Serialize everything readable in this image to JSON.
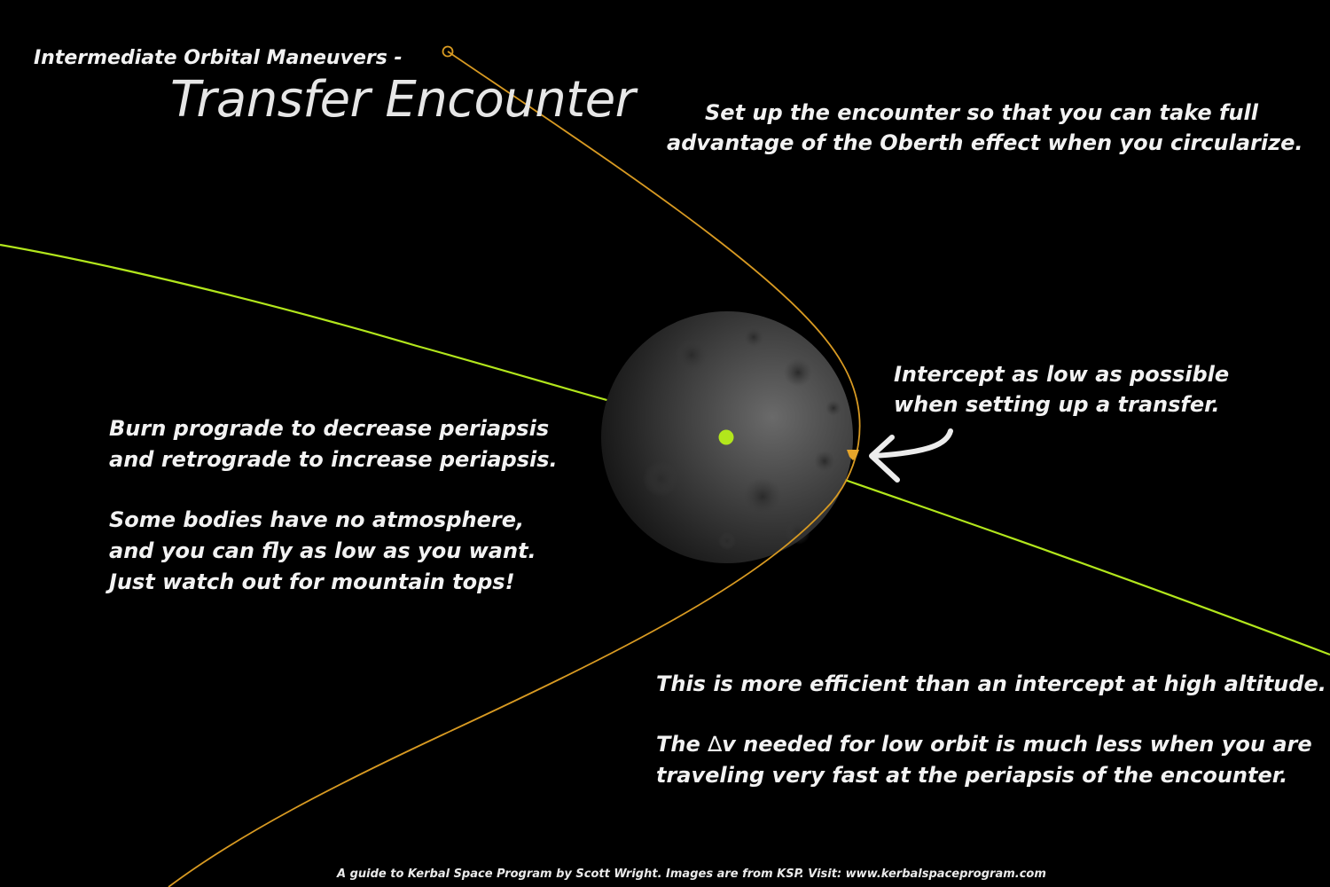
{
  "header": {
    "subtitle": "Intermediate Orbital Maneuvers -",
    "title": "Transfer Encounter"
  },
  "notes": {
    "oberth": {
      "line1": "Set up the encounter so that you can take full",
      "line2": "advantage of the Oberth effect when you circularize."
    },
    "intercept": {
      "line1": "Intercept as low as possible",
      "line2": "when setting up a transfer."
    },
    "burn": {
      "line1": "Burn prograde to decrease periapsis",
      "line2": "and retrograde to increase periapsis.",
      "line3": "Some bodies have no atmosphere,",
      "line4": "and you can fly as low as you want.",
      "line5": "Just watch out for mountain tops!"
    },
    "efficiency": {
      "line1": "This is more efficient than an intercept at high altitude.",
      "line2_a": "The ",
      "line2_delta": "∆",
      "line2_b": "v needed for low orbit is much less when you are",
      "line3": "traveling very fast at the periapsis of the encounter."
    }
  },
  "footer": {
    "text": "A guide to Kerbal Space Program by Scott Wright.  Images are from KSP.  Visit:  www.kerbalspaceprogram.com"
  },
  "colors": {
    "background": "#000000",
    "moon_orbit": "#b2e61c",
    "transfer_trajectory": "#d89a22",
    "moon_surface": "#3a3a3a",
    "text": "#f2f2f2"
  },
  "icons": {
    "arrow": "curved-arrow-icon",
    "craft": "spacecraft-marker-icon",
    "apoapsis": "node-circle-icon"
  }
}
